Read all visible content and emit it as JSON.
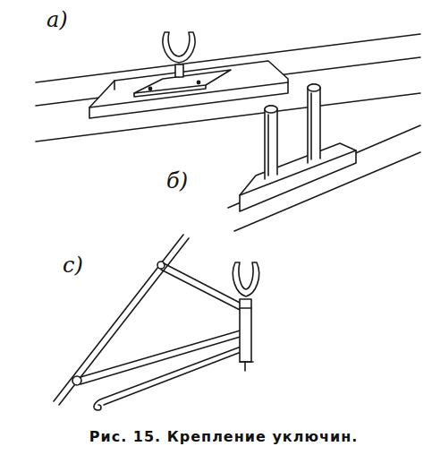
{
  "diagram": {
    "caption": "Рис. 15. Крепление уключин.",
    "labels": [
      "а)",
      "б)",
      "с)"
    ]
  }
}
